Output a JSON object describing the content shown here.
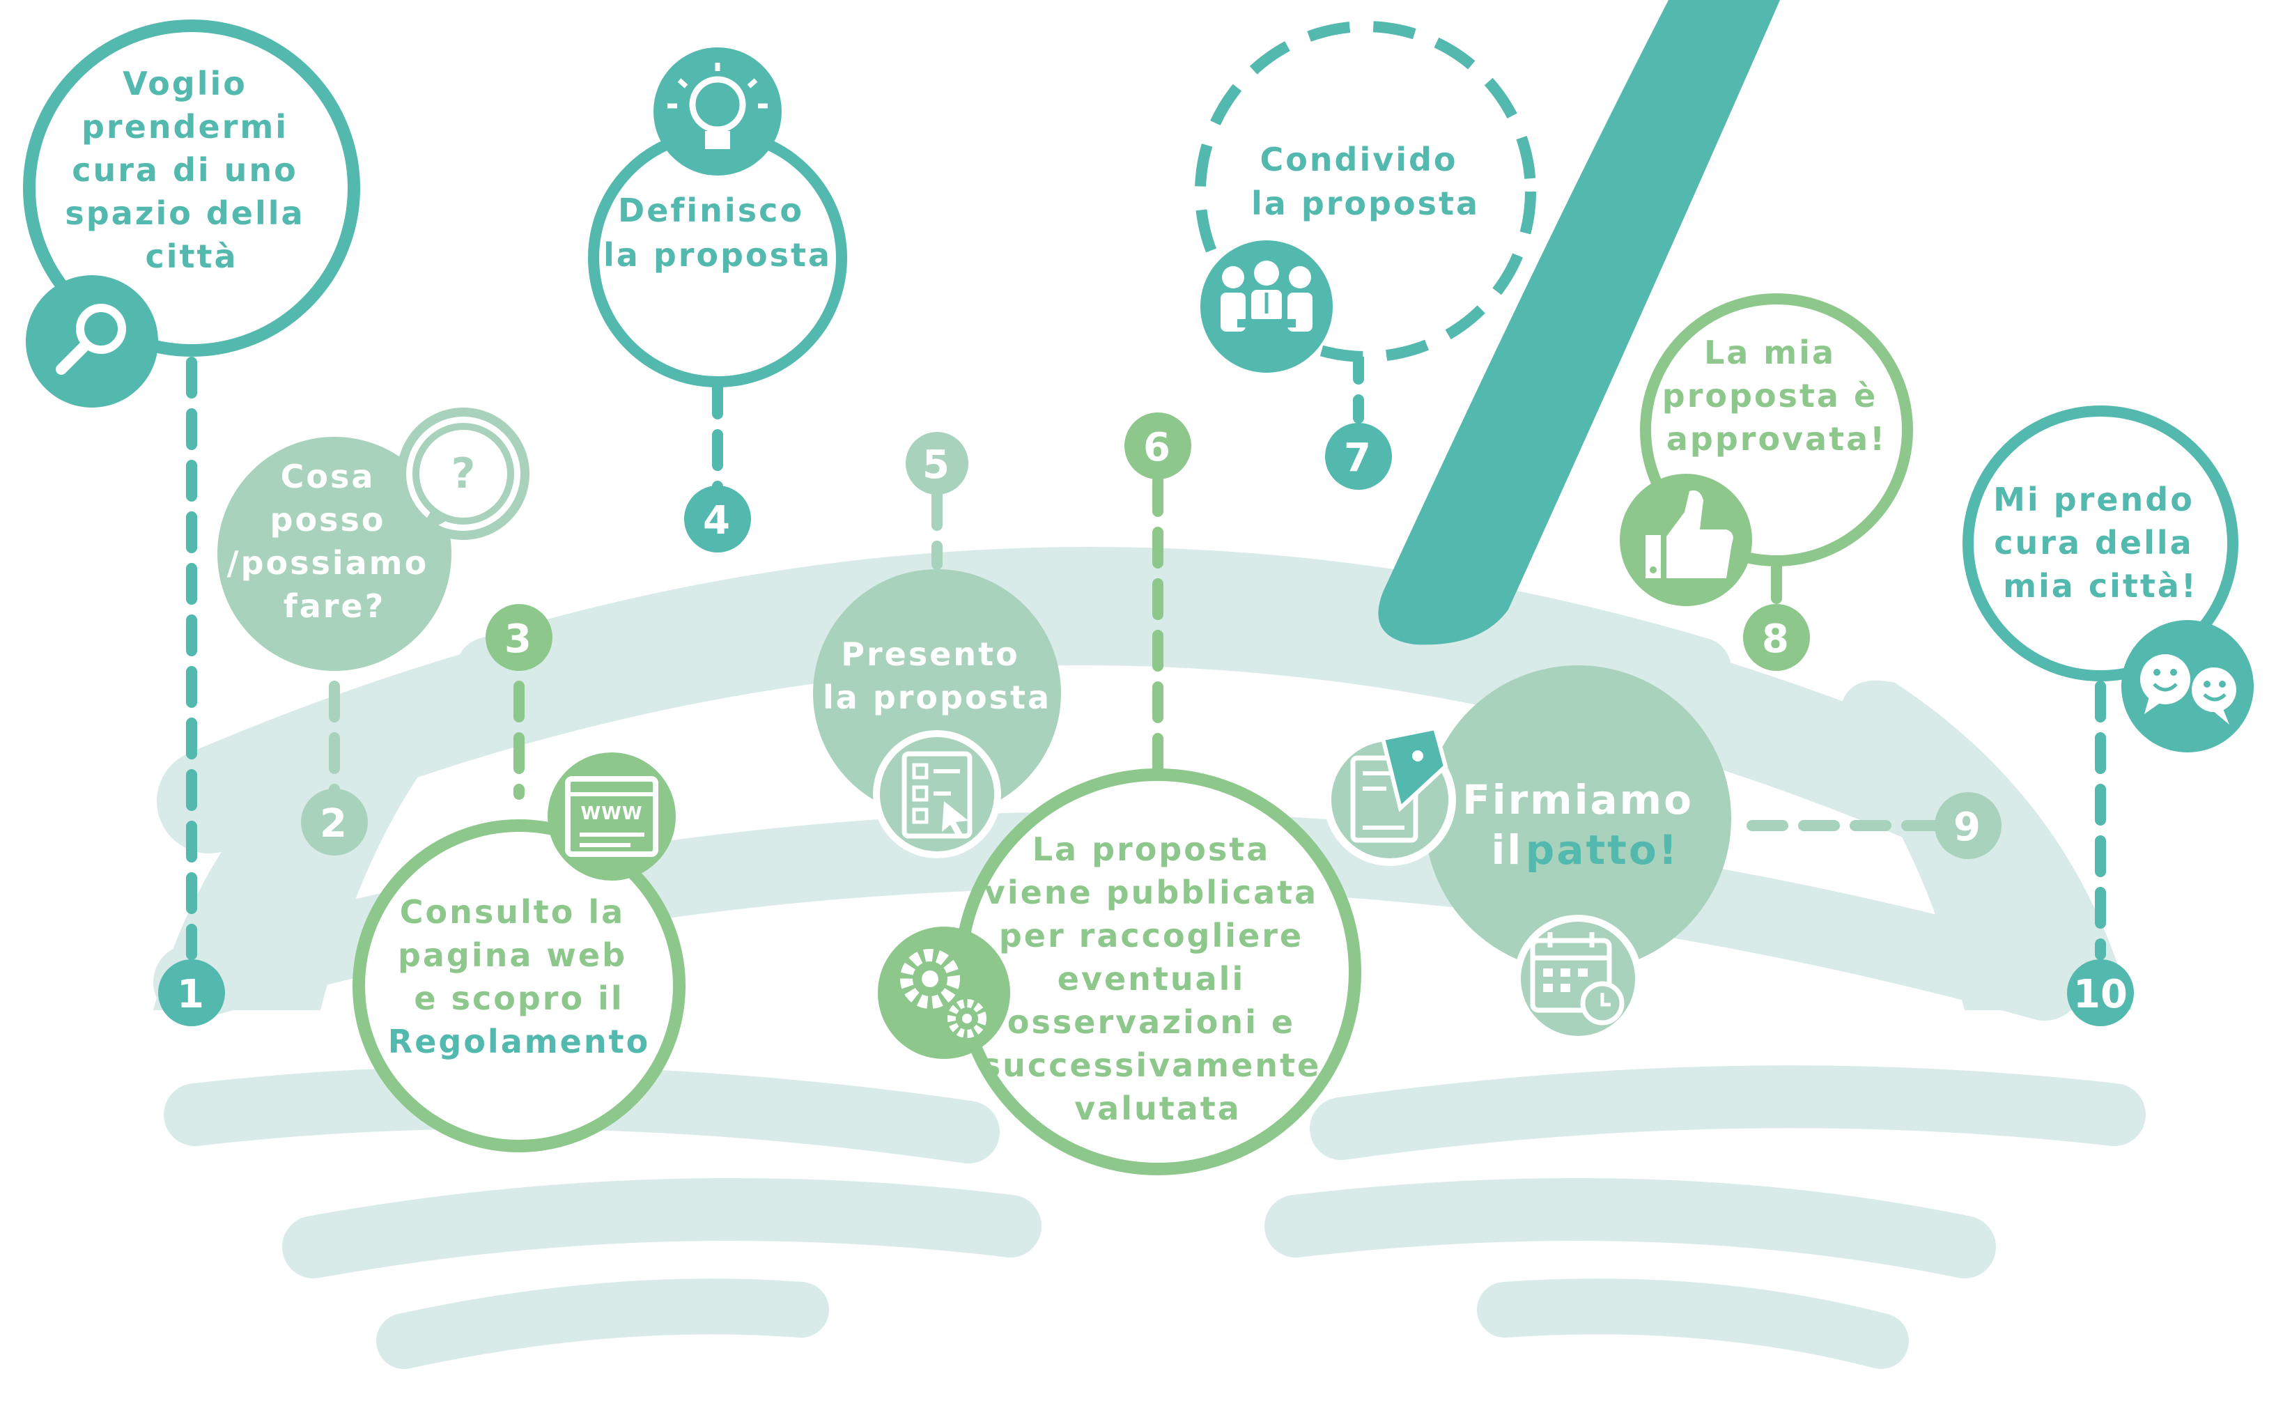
{
  "colors": {
    "teal": "#53b8ae",
    "teal_light": "#d9ebe8",
    "green": "#8dc78c",
    "green_light": "#a8d2bb",
    "question_light": "#b3d6c4"
  },
  "steps": [
    {
      "num": "1",
      "lines": [
        "Voglio",
        "prendermi",
        "cura di uno",
        "spazio della",
        "città"
      ],
      "icon": "magnifier-icon"
    },
    {
      "num": "2",
      "lines": [
        "Cosa",
        "posso",
        "/possiamo",
        "fare?"
      ],
      "icon": "question-bubble-icon"
    },
    {
      "num": "3",
      "lines": [
        "Consulto la",
        "pagina web",
        "e scopro il"
      ],
      "highlight": "Regolamento",
      "icon": "website-icon",
      "icon_text": "WWW"
    },
    {
      "num": "4",
      "lines": [
        "Definisco",
        "la proposta"
      ],
      "icon": "lightbulb-icon"
    },
    {
      "num": "5",
      "lines": [
        "Presento",
        "la proposta"
      ],
      "icon": "checklist-form-icon"
    },
    {
      "num": "6",
      "lines": [
        "La proposta",
        "viene pubblicata",
        "per raccogliere",
        "eventuali",
        "osservazioni e",
        "successivamente",
        "valutata"
      ],
      "icon": "gears-icon"
    },
    {
      "num": "7",
      "lines": [
        "Condivido",
        "la proposta"
      ],
      "icon": "meeting-people-icon"
    },
    {
      "num": "8",
      "lines": [
        "La mia",
        "proposta è",
        "approvata!"
      ],
      "icon": "thumbs-up-icon"
    },
    {
      "num": "9",
      "title": "Firmiamo",
      "prefix": "il",
      "highlight": "patto!",
      "icon": "calendar-clock-icon"
    },
    {
      "num": "10",
      "lines": [
        "Mi prendo",
        "cura della",
        "mia città!"
      ],
      "icon": "smiley-chat-icon"
    }
  ]
}
